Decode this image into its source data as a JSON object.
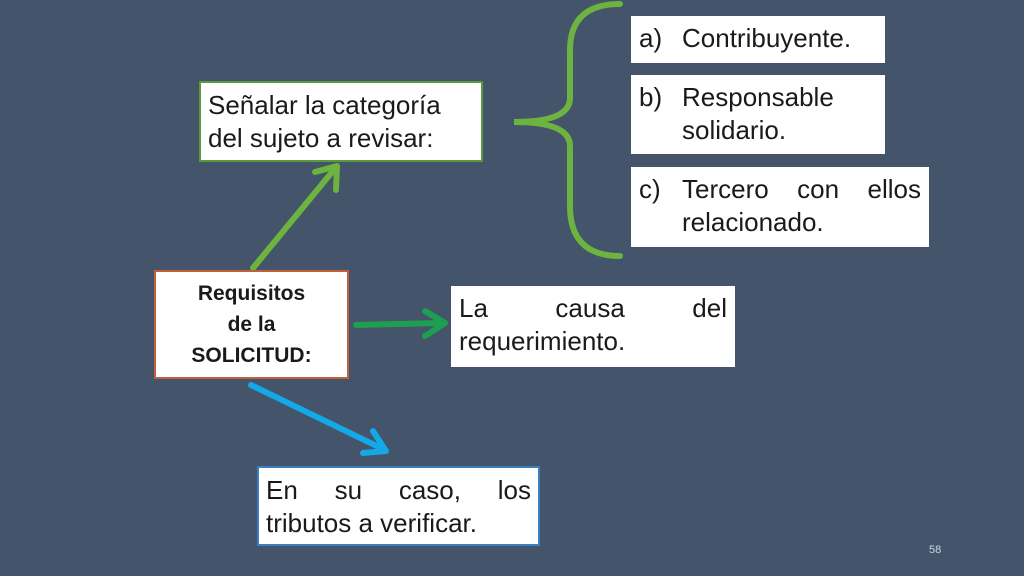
{
  "main_box": {
    "lines": [
      "Requisitos",
      "de la",
      "SOLICITUD:"
    ]
  },
  "category_box": {
    "lines": [
      "Señalar la categoría",
      "del sujeto a revisar:"
    ]
  },
  "cause_box": {
    "line1": "La causa del",
    "line2": "requerimiento."
  },
  "taxes_box": {
    "line1": "En su caso, los",
    "line2": "tributos a verificar."
  },
  "options": [
    {
      "marker": "a)",
      "lines": [
        "Contribuyente."
      ]
    },
    {
      "marker": "b)",
      "lines": [
        "Responsable",
        "solidario."
      ]
    },
    {
      "marker": "c)",
      "lines": [
        "Tercero con ellos",
        "relacionado."
      ]
    }
  ],
  "page_number": "58",
  "colors": {
    "background": "#44546a",
    "arrow_up": "#6db33f",
    "arrow_right": "#1e9e50",
    "arrow_down": "#14a8e6",
    "brace": "#6db33f"
  }
}
